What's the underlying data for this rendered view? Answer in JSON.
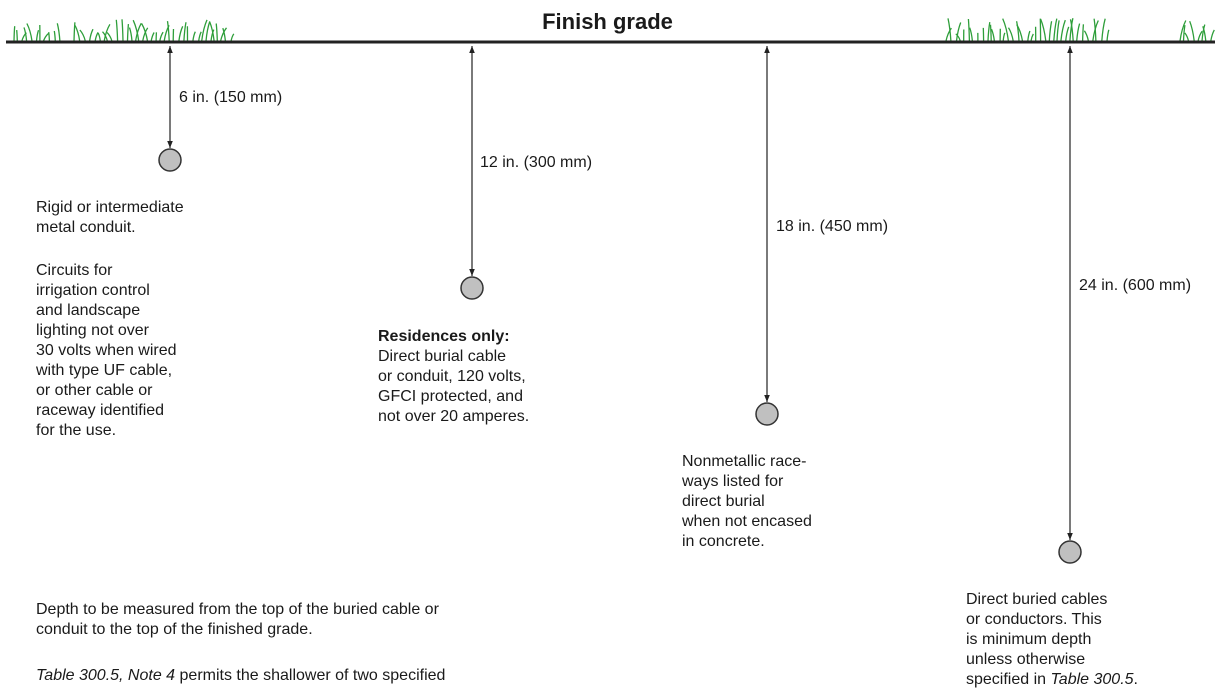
{
  "title": "Finish grade",
  "colors": {
    "grass": "#2e9e3a",
    "ground_line": "#222222",
    "conductor_fill": "#c0c0c0",
    "conductor_stroke": "#333333"
  },
  "depths": [
    {
      "label": "6 in. (150 mm)",
      "notes": [
        [
          "Rigid or intermediate",
          "metal conduit."
        ],
        [
          "Circuits for",
          "irrigation control",
          "and landscape",
          "lighting not over",
          "30 volts when wired",
          "with type UF cable,",
          "or other cable or",
          "raceway identified",
          "for the use."
        ]
      ]
    },
    {
      "label": "12 in. (300 mm)",
      "heading": "Residences only:",
      "lines": [
        "Direct burial cable",
        "or conduit, 120 volts,",
        "GFCI protected, and",
        "not over 20 amperes."
      ]
    },
    {
      "label": "18 in. (450 mm)",
      "lines": [
        "Nonmetallic race-",
        "ways listed for",
        "direct burial",
        "when not encased",
        "in concrete."
      ]
    },
    {
      "label": "24 in. (600 mm)",
      "lines": [
        "Direct buried cables",
        "or conductors. This",
        "is minimum depth",
        "unless otherwise"
      ],
      "last_prefix": "specified in ",
      "last_ref": "Table 300.5",
      "last_suffix": "."
    }
  ],
  "footnotes": {
    "line1": "Depth to be measured from the top of the buried cable or",
    "line2": "conduit to the top of the finished grade.",
    "note_ref": "Table 300.5, Note 4",
    "note_text": " permits the shallower of two specified"
  }
}
